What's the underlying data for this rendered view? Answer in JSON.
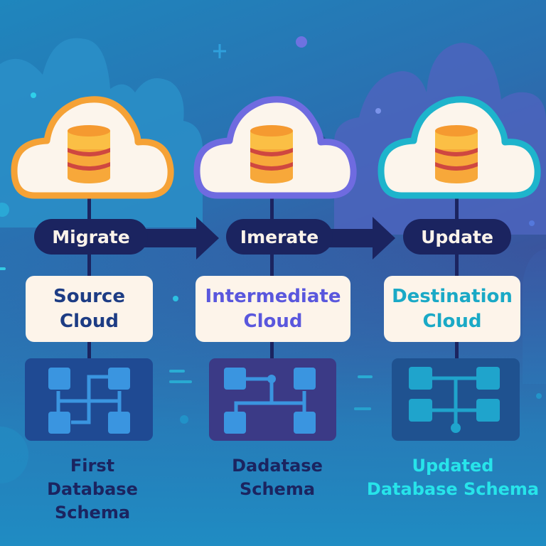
{
  "colors": {
    "navy": "#1b2460",
    "cream": "#fdf4ea",
    "orange": "#f5a236",
    "purple": "#6f6be0",
    "teal": "#1eb4cc",
    "db_gold": "#f7b33a",
    "db_stripe": "#cf4740",
    "schema_node": "#3a95e0",
    "schema_node_teal": "#1fa4cc",
    "source_text": "#1d3c84",
    "intermediate_text": "#5a57dd",
    "destination_text": "#1aa9c6",
    "updated_caption": "#27e4ea"
  },
  "stages": [
    {
      "id": "source",
      "cloud_color": "orange",
      "action": "Migrate",
      "label_line1": "Source",
      "label_line2": "Cloud",
      "schema_panel": "#1f4a93",
      "caption_line1": "First",
      "caption_line2": "Database Schema"
    },
    {
      "id": "intermediate",
      "cloud_color": "purple",
      "action": "Imerate",
      "label_line1": "Intermediate",
      "label_line2": "Cloud",
      "schema_panel": "#3b3a86",
      "caption_line1": "Dadatase",
      "caption_line2": "Schema"
    },
    {
      "id": "destination",
      "cloud_color": "teal",
      "action": "Update",
      "label_line1": "Destination",
      "label_line2": "Cloud",
      "schema_panel": "#1f5290",
      "caption_line1": "Updated",
      "caption_line2": "Database Schema"
    }
  ],
  "icons": {
    "cloud": "cloud-icon",
    "database": "database-icon",
    "arrow": "arrow-right-icon",
    "schema": "schema-diagram-icon"
  }
}
